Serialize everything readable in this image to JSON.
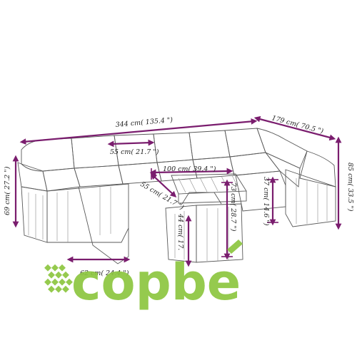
{
  "diagram": {
    "dimensions": {
      "total_width": "344 cm( 135.4 \")",
      "side_depth": "179 cm( 70.5 \")",
      "total_height": "85 cm( 33.5 \")",
      "seat_width": "55 cm( 21.7 \")",
      "table_width": "100 cm( 39.4 \")",
      "table_depth": "55 cm( 21.7 \")",
      "table_height": "73 cm( 28.7 \")",
      "shelf_height": "37 cm( 14.6 \")",
      "lower_height": "44 cm( 17.",
      "module_depth": "69 cm( 27.2 \")",
      "seat_depth": "62 cm( 24.4 \")"
    },
    "watermark": {
      "text": "copbe",
      "color": "#8dc63f"
    },
    "colors": {
      "dimension_arrow": "#7a1d6e",
      "line_art": "#5a5a5a"
    }
  }
}
